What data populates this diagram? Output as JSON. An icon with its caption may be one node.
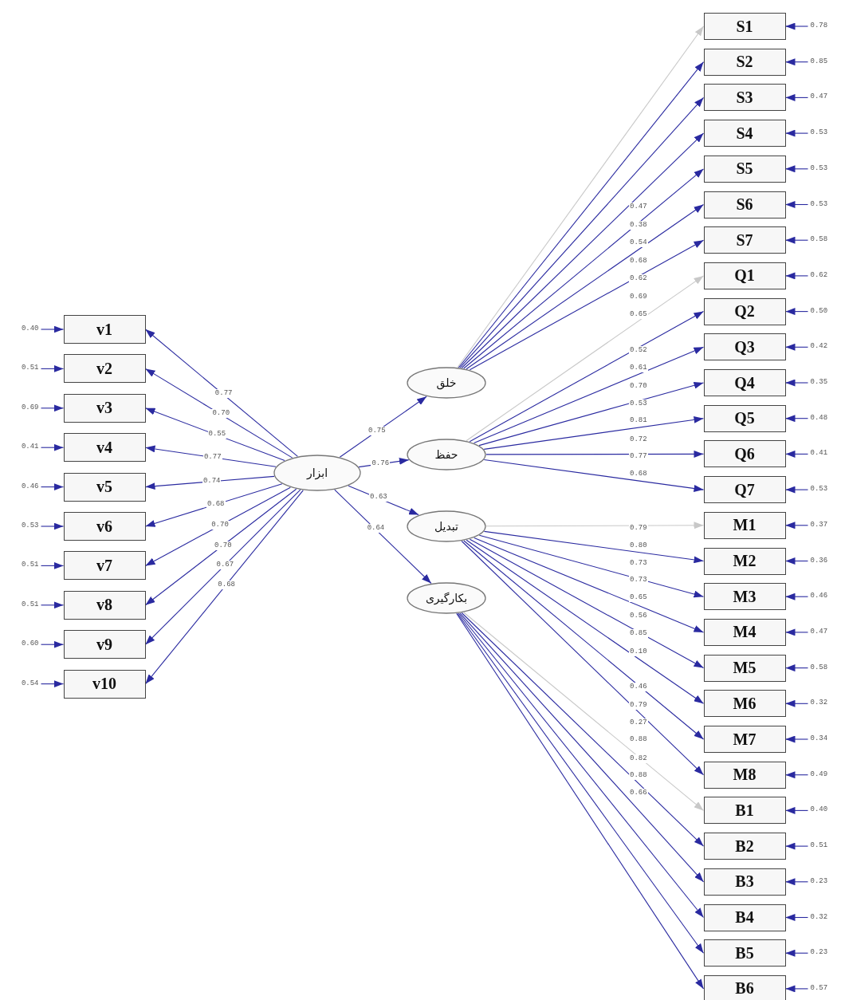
{
  "diagram": {
    "nodes": [
      {
        "text": [
          "ابزار"
        ]
      },
      {
        "text": [
          "v1"
        ],
        "beside": [
          "0.40"
        ]
      },
      {
        "text": [
          "v2"
        ],
        "beside": [
          "0.51"
        ]
      },
      {
        "text": [
          "v3"
        ],
        "beside": [
          "0.69"
        ]
      },
      {
        "text": [
          "v4"
        ],
        "beside": [
          "0.41"
        ]
      },
      {
        "text": [
          "v5"
        ],
        "beside": [
          "0.46"
        ]
      },
      {
        "text": [
          "v6"
        ],
        "beside": [
          "0.53"
        ]
      },
      {
        "text": [
          "v7"
        ],
        "beside": [
          "0.51"
        ]
      },
      {
        "text": [
          "v8"
        ],
        "beside": [
          "0.51"
        ]
      },
      {
        "text": [
          "v9"
        ],
        "beside": [
          "0.60"
        ]
      },
      {
        "text": [
          "v10"
        ],
        "beside": [
          "0.54"
        ]
      },
      {
        "text": [
          "خلق"
        ]
      },
      {
        "text": [
          "حفظ"
        ]
      },
      {
        "text": [
          "تبدیل"
        ]
      },
      {
        "text": [
          "بکارگیری"
        ]
      },
      {
        "text": [
          "S1"
        ],
        "beside": [
          "0.78"
        ]
      },
      {
        "text": [
          "S2"
        ],
        "beside": [
          "0.85"
        ]
      },
      {
        "text": [
          "S3"
        ],
        "beside": [
          "0.47"
        ]
      },
      {
        "text": [
          "S4"
        ],
        "beside": [
          "0.53"
        ]
      },
      {
        "text": [
          "S5"
        ],
        "beside": [
          "0.53"
        ]
      },
      {
        "text": [
          "S6"
        ],
        "beside": [
          "0.53"
        ]
      },
      {
        "text": [
          "S7"
        ],
        "beside": [
          "0.58"
        ]
      },
      {
        "text": [
          "Q1"
        ],
        "beside": [
          "0.62"
        ]
      },
      {
        "text": [
          "Q2"
        ],
        "beside": [
          "0.50"
        ]
      },
      {
        "text": [
          "Q3"
        ],
        "beside": [
          "0.42"
        ]
      },
      {
        "text": [
          "Q4"
        ],
        "beside": [
          "0.35"
        ]
      },
      {
        "text": [
          "Q5"
        ],
        "beside": [
          "0.48"
        ]
      },
      {
        "text": [
          "Q6"
        ],
        "beside": [
          "0.41"
        ]
      },
      {
        "text": [
          "Q7"
        ],
        "beside": [
          "0.53"
        ]
      },
      {
        "text": [
          "M1"
        ],
        "beside": [
          "0.37"
        ]
      },
      {
        "text": [
          "M2"
        ],
        "beside": [
          "0.36"
        ]
      },
      {
        "text": [
          "M3"
        ],
        "beside": [
          "0.46"
        ]
      },
      {
        "text": [
          "M4"
        ],
        "beside": [
          "0.47"
        ]
      },
      {
        "text": [
          "M5"
        ],
        "beside": [
          "0.58"
        ]
      },
      {
        "text": [
          "M6"
        ],
        "beside": [
          "0.32"
        ]
      },
      {
        "text": [
          "M7"
        ],
        "beside": [
          "0.34"
        ]
      },
      {
        "text": [
          "M8"
        ],
        "beside": [
          "0.49"
        ]
      },
      {
        "text": [
          "B1"
        ],
        "beside": [
          "0.40"
        ]
      },
      {
        "text": [
          "B2"
        ],
        "beside": [
          "0.51"
        ]
      },
      {
        "text": [
          "B3"
        ],
        "beside": [
          "0.23"
        ]
      },
      {
        "text": [
          "B4"
        ],
        "beside": [
          "0.32"
        ]
      },
      {
        "text": [
          "B5"
        ],
        "beside": [
          "0.23"
        ]
      },
      {
        "text": [
          "B6"
        ],
        "beside": [
          "0.57"
        ]
      }
    ],
    "edges": [
      {
        "from": 0,
        "to": 1,
        "arrow": "to",
        "label": "0.77"
      },
      {
        "from": 0,
        "to": 2,
        "arrow": "to",
        "label": "0.70"
      },
      {
        "from": 0,
        "to": 3,
        "arrow": "to",
        "label": "0.55"
      },
      {
        "from": 0,
        "to": 4,
        "arrow": "to",
        "label": "0.77"
      },
      {
        "from": 0,
        "to": 5,
        "arrow": "to",
        "label": "0.74"
      },
      {
        "from": 0,
        "to": 6,
        "arrow": "to",
        "label": "0.68"
      },
      {
        "from": 0,
        "to": 7,
        "arrow": "to",
        "label": "0.70"
      },
      {
        "from": 0,
        "to": 8,
        "arrow": "to",
        "label": "0.70"
      },
      {
        "from": 0,
        "to": 9,
        "arrow": "to",
        "label": "0.67"
      },
      {
        "from": 0,
        "to": 10,
        "arrow": "to",
        "label": "0.68"
      },
      {
        "from": 0,
        "to": 11,
        "arrow": "to",
        "label": "0.75"
      },
      {
        "from": 0,
        "to": 12,
        "arrow": "to",
        "label": "0.76"
      },
      {
        "from": 0,
        "to": 13,
        "arrow": "to",
        "label": "0.63"
      },
      {
        "from": 0,
        "to": 14,
        "arrow": "to",
        "label": "0.64"
      },
      {
        "from": 11,
        "to": 15,
        "arrow": "to",
        "color": "#c8c8c8"
      },
      {
        "from": 11,
        "to": 16,
        "arrow": "to"
      },
      {
        "from": 11,
        "to": 17,
        "arrow": "to"
      },
      {
        "from": 11,
        "to": 18,
        "arrow": "to"
      },
      {
        "from": 11,
        "to": 19,
        "arrow": "to"
      },
      {
        "from": 11,
        "to": 20,
        "arrow": "to"
      },
      {
        "from": 11,
        "to": 21,
        "arrow": "to"
      },
      {
        "from": 12,
        "to": 22,
        "arrow": "to",
        "color": "#c8c8c8"
      },
      {
        "from": 12,
        "to": 23,
        "arrow": "to"
      },
      {
        "from": 12,
        "to": 24,
        "arrow": "to"
      },
      {
        "from": 12,
        "to": 25,
        "arrow": "to"
      },
      {
        "from": 12,
        "to": 26,
        "arrow": "to"
      },
      {
        "from": 12,
        "to": 27,
        "arrow": "to"
      },
      {
        "from": 12,
        "to": 28,
        "arrow": "to"
      },
      {
        "from": 13,
        "to": 29,
        "arrow": "to",
        "color": "#c8c8c8"
      },
      {
        "from": 13,
        "to": 30,
        "arrow": "to"
      },
      {
        "from": 13,
        "to": 31,
        "arrow": "to"
      },
      {
        "from": 13,
        "to": 32,
        "arrow": "to"
      },
      {
        "from": 13,
        "to": 33,
        "arrow": "to"
      },
      {
        "from": 13,
        "to": 34,
        "arrow": "to"
      },
      {
        "from": 13,
        "to": 35,
        "arrow": "to"
      },
      {
        "from": 13,
        "to": 36,
        "arrow": "to"
      },
      {
        "from": 14,
        "to": 37,
        "arrow": "to",
        "color": "#c8c8c8"
      },
      {
        "from": 14,
        "to": 38,
        "arrow": "to"
      },
      {
        "from": 14,
        "to": 39,
        "arrow": "to"
      },
      {
        "from": 14,
        "to": 40,
        "arrow": "to"
      },
      {
        "from": 14,
        "to": 41,
        "arrow": "to"
      },
      {
        "from": 14,
        "to": 42,
        "arrow": "to"
      },
      {
        "from": null,
        "to": 1,
        "arrow": "to"
      },
      {
        "from": null,
        "to": 2,
        "arrow": "to"
      },
      {
        "from": null,
        "to": 3,
        "arrow": "to"
      },
      {
        "from": null,
        "to": 4,
        "arrow": "to"
      },
      {
        "from": null,
        "to": 5,
        "arrow": "to"
      },
      {
        "from": null,
        "to": 6,
        "arrow": "to"
      },
      {
        "from": null,
        "to": 7,
        "arrow": "to"
      },
      {
        "from": null,
        "to": 8,
        "arrow": "to"
      },
      {
        "from": null,
        "to": 9,
        "arrow": "to"
      },
      {
        "from": null,
        "to": 10,
        "arrow": "to"
      },
      {
        "from": null,
        "to": 15,
        "arrow": "to"
      },
      {
        "from": null,
        "to": 16,
        "arrow": "to"
      },
      {
        "from": null,
        "to": 17,
        "arrow": "to"
      },
      {
        "from": null,
        "to": 18,
        "arrow": "to"
      },
      {
        "from": null,
        "to": 19,
        "arrow": "to"
      },
      {
        "from": null,
        "to": 20,
        "arrow": "to"
      },
      {
        "from": null,
        "to": 21,
        "arrow": "to"
      },
      {
        "from": null,
        "to": 22,
        "arrow": "to"
      },
      {
        "from": null,
        "to": 23,
        "arrow": "to"
      },
      {
        "from": null,
        "to": 24,
        "arrow": "to"
      },
      {
        "from": null,
        "to": 25,
        "arrow": "to"
      },
      {
        "from": null,
        "to": 26,
        "arrow": "to"
      },
      {
        "from": null,
        "to": 27,
        "arrow": "to"
      },
      {
        "from": null,
        "to": 28,
        "arrow": "to"
      },
      {
        "from": null,
        "to": 29,
        "arrow": "to"
      },
      {
        "from": null,
        "to": 30,
        "arrow": "to"
      },
      {
        "from": null,
        "to": 31,
        "arrow": "to"
      },
      {
        "from": null,
        "to": 32,
        "arrow": "to"
      },
      {
        "from": null,
        "to": 33,
        "arrow": "to"
      },
      {
        "from": null,
        "to": 34,
        "arrow": "to"
      },
      {
        "from": null,
        "to": 35,
        "arrow": "to"
      },
      {
        "from": null,
        "to": 36,
        "arrow": "to"
      },
      {
        "from": null,
        "to": 37,
        "arrow": "to"
      },
      {
        "from": null,
        "to": 38,
        "arrow": "to"
      },
      {
        "from": null,
        "to": 39,
        "arrow": "to"
      },
      {
        "from": null,
        "to": 40,
        "arrow": "to"
      },
      {
        "from": null,
        "to": 41,
        "arrow": "to"
      },
      {
        "from": null,
        "to": 42,
        "arrow": "to"
      }
    ],
    "labels": [
      "0.47",
      "0.38",
      "0.54",
      "0.68",
      "0.62",
      "0.69",
      "0.65",
      "0.52",
      "0.61",
      "0.70",
      "0.53",
      "0.81",
      "0.72",
      "0.77",
      "0.68",
      "0.79",
      "0.80",
      "0.73",
      "0.73",
      "0.65",
      "0.56",
      "0.85",
      "0.10",
      "0.46",
      "0.79",
      "0.27",
      "0.88",
      "0.82",
      "0.88",
      "0.66"
    ]
  }
}
